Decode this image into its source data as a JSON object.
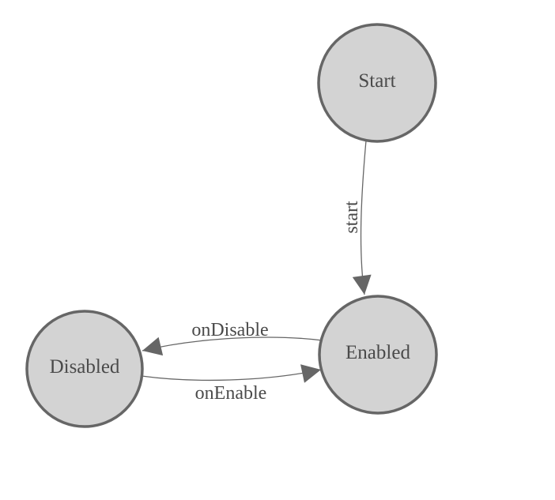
{
  "diagram": {
    "type": "state-machine",
    "background": "#ffffff",
    "colors": {
      "node_fill": "#d3d3d3",
      "node_stroke": "#666666",
      "edge_stroke": "#666666",
      "arrowhead_fill": "#666666",
      "label_text": "#4a4a4a"
    },
    "nodes": [
      {
        "id": "start",
        "label": "Start"
      },
      {
        "id": "enabled",
        "label": "Enabled"
      },
      {
        "id": "disabled",
        "label": "Disabled"
      }
    ],
    "edges": [
      {
        "from": "Start",
        "to": "Enabled",
        "label": "start"
      },
      {
        "from": "Enabled",
        "to": "Disabled",
        "label": "onDisable"
      },
      {
        "from": "Disabled",
        "to": "Enabled",
        "label": "onEnable"
      }
    ]
  }
}
